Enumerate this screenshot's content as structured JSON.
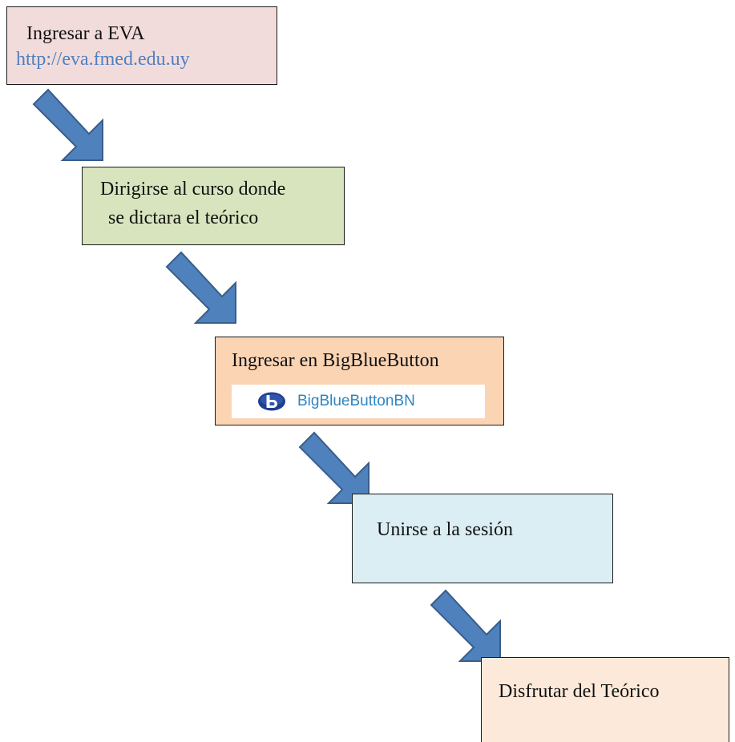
{
  "flow": {
    "step_1": {
      "title": "Ingresar a EVA",
      "url": "http://eva.fmed.edu.uy"
    },
    "step_2": {
      "line_1": "Dirigirse al curso donde",
      "line_2": "se dictara el teórico"
    },
    "step_3": {
      "title": "Ingresar en BigBlueButton",
      "logo_text": "BigBlueButtonBN"
    },
    "step_4": {
      "title": "Unirse a la sesión"
    },
    "step_5": {
      "title": "Disfrutar del Teórico"
    }
  },
  "colors": {
    "step_1_fill": "#f2dcdb",
    "step_2_fill": "#d7e4bd",
    "step_3_fill": "#fbd4b4",
    "step_4_fill": "#daeef3",
    "step_5_fill": "#fde9d9",
    "arrow_fill": "#4f81bd",
    "arrow_stroke": "#385d8a",
    "link_color": "#4f7fc0",
    "logo_color": "#2e86c1"
  },
  "icons": {
    "arrows": "down-right-arrow-icon",
    "logo": "bigbluebutton-logo-icon"
  }
}
